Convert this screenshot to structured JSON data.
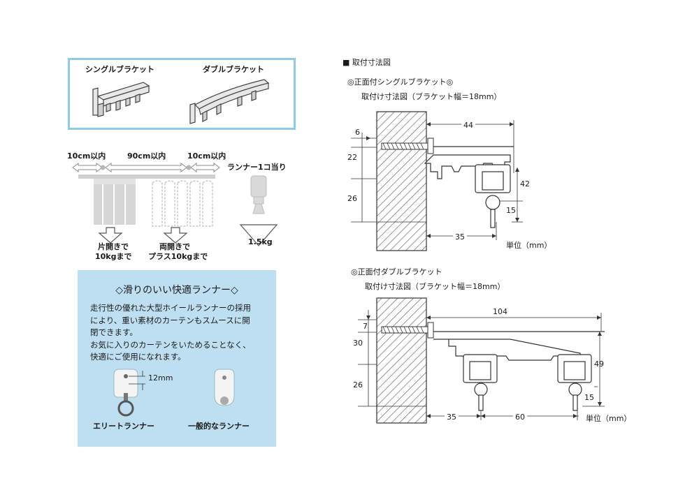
{
  "brackets": {
    "single_label": "シングルブラケット",
    "double_label": "ダブルブラケット"
  },
  "spacing": {
    "left_label": "10cm以内",
    "middle_label": "90cm以内",
    "right_label": "10cm以内",
    "per_runner_label": "ランナー1コ当り",
    "one_side_label_1": "片開きで",
    "one_side_label_2": "10kgまで",
    "both_side_label_1": "両開きで",
    "both_side_label_2": "プラス10kgまで",
    "runner_weight": "1.5kg"
  },
  "runner_panel": {
    "title": "◇滑りのいい快適ランナー◇",
    "lines": [
      "走行性の優れた大型ホイールランナーの採用",
      "により、重い素材のカーテンもスムースに開",
      "閉できます。",
      "お気に入りのカーテンをいためることなく、",
      "快適にご使用になれます。"
    ],
    "dimension_label": "12mm",
    "elite_label": "エリートランナー",
    "general_label": "一般的なランナー"
  },
  "dimension_section": {
    "heading": "■ 取付寸法図",
    "single": {
      "title": "◎正面付シングルブラケット◎",
      "subtitle": "取付け寸法図（ブラケット幅＝18mm）",
      "dims": {
        "d6": "6",
        "d22": "22",
        "d26": "26",
        "d44": "44",
        "d42": "42",
        "d15": "15",
        "d35": "35"
      },
      "unit": "単位（mm）"
    },
    "double": {
      "title": "◎正面付ダブルブラケット",
      "subtitle": "取付け寸法図（ブラケット幅＝18mm）",
      "dims": {
        "d7": "7",
        "d30": "30",
        "d26": "26",
        "d104": "104",
        "d49": "49",
        "d15": "15",
        "d35": "35",
        "d60": "60"
      },
      "unit": "単位（mm）"
    }
  }
}
